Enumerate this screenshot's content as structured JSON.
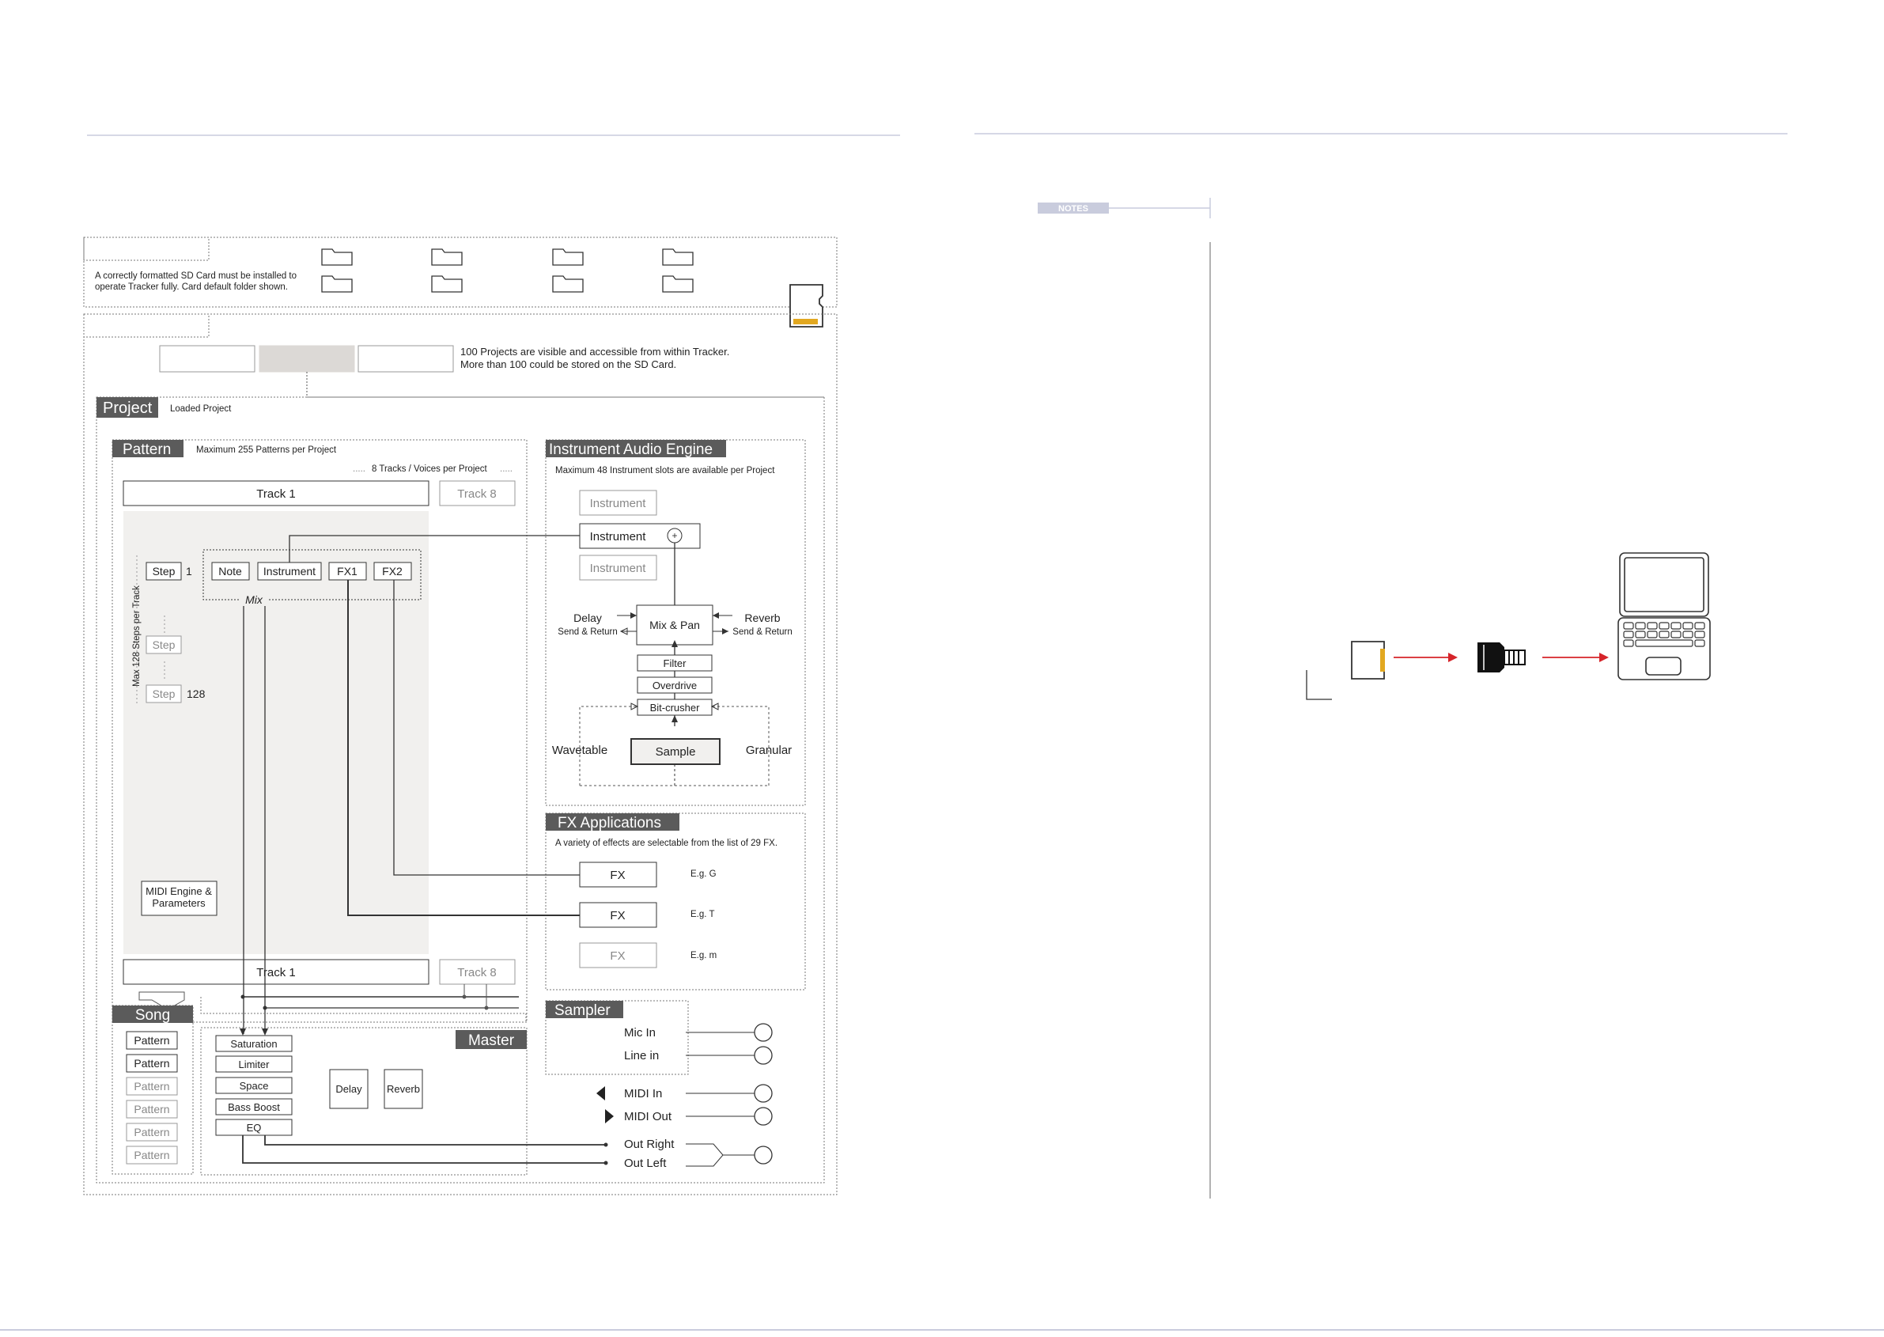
{
  "sd_card": {
    "note_line1": "A correctly formatted SD Card must be installed to",
    "note_line2": "operate Tracker fully. Card default folder shown."
  },
  "projects": {
    "note_line1": "100 Projects are visible and accessible from within Tracker.",
    "note_line2": "More than 100 could be stored on the SD Card."
  },
  "project": {
    "title": "Project",
    "subtitle": "Loaded Project"
  },
  "pattern": {
    "title": "Pattern",
    "subtitle": "Maximum 255 Patterns per Project",
    "tracks_note": "8 Tracks / Voices per Project",
    "track_first": "Track 1",
    "track_last": "Track 8",
    "step": "Step",
    "step_first_num": "1",
    "step_last_num": "128",
    "steps_vertical": "Max 128 Steps per Track",
    "cols": [
      "Note",
      "Instrument",
      "FX1",
      "FX2"
    ],
    "mix": "Mix",
    "midi_engine_1": "MIDI Engine &",
    "midi_engine_2": "Parameters"
  },
  "instrument_engine": {
    "title": "Instrument Audio Engine",
    "subtitle": "Maximum 48 Instrument slots are available per Project",
    "instrument": "Instrument",
    "delay": "Delay",
    "delay_sub": "Send & Return",
    "reverb": "Reverb",
    "reverb_sub": "Send & Return",
    "mix_pan": "Mix & Pan",
    "filter": "Filter",
    "overdrive": "Overdrive",
    "bitcrusher": "Bit-crusher",
    "wavetable": "Wavetable",
    "sample": "Sample",
    "granular": "Granular"
  },
  "fx": {
    "title": "FX Applications",
    "subtitle": "A variety of effects are selectable from the list of 29 FX.",
    "fx": "FX",
    "eg": [
      "E.g. G",
      "E.g. T",
      "E.g. m"
    ]
  },
  "song": {
    "title": "Song",
    "pattern": "Pattern"
  },
  "master": {
    "title": "Master",
    "chain": [
      "Saturation",
      "Limiter",
      "Space",
      "Bass Boost",
      "EQ"
    ],
    "delay": "Delay",
    "reverb": "Reverb"
  },
  "sampler": {
    "title": "Sampler",
    "mic_in": "Mic In",
    "line_in": "Line in"
  },
  "io": {
    "midi_in": "MIDI In",
    "midi_out": "MIDI Out",
    "out_right": "Out Right",
    "out_left": "Out Left"
  },
  "notes": {
    "label": "NOTES"
  },
  "colors": {
    "header_bg": "#5b5b5b",
    "panel_bg": "#f1f0ee",
    "arrow_red": "#d6242a",
    "rule": "#c9ccdd"
  },
  "icons": [
    "folder-icon",
    "sd-card-icon",
    "usb-card-reader-icon",
    "laptop-icon"
  ]
}
